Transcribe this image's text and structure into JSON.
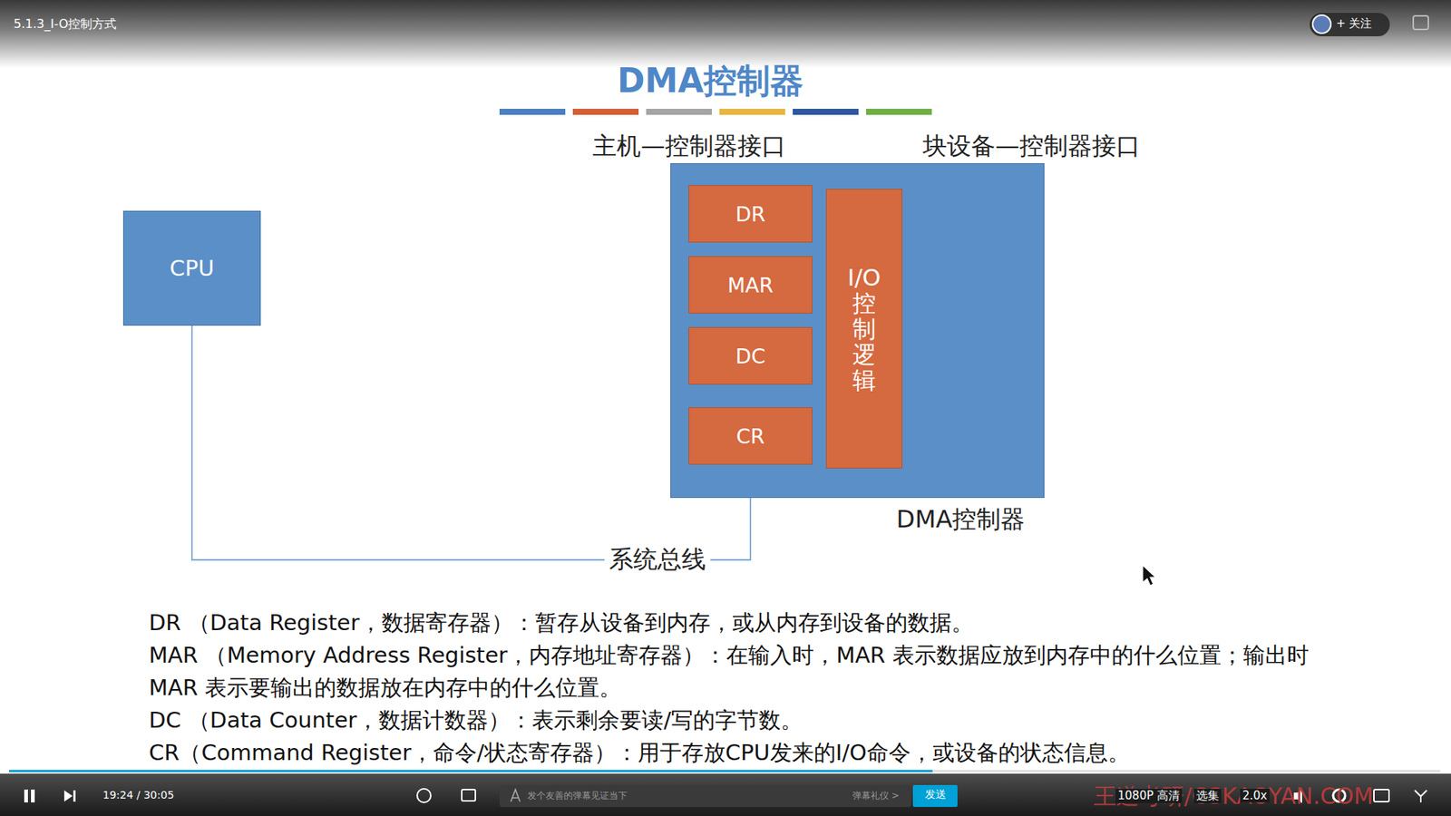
{
  "diagram": {
    "title": "DMA控制器",
    "nodes": [
      {
        "text": [
          "CPU"
        ]
      },
      {
        "text": [
          "DMA控制器"
        ]
      },
      {
        "text": [
          "DR"
        ],
        "in": 1
      },
      {
        "text": [
          "MAR"
        ],
        "in": 1
      },
      {
        "text": [
          "DC"
        ],
        "in": 1
      },
      {
        "text": [
          "CR"
        ],
        "in": 1
      },
      {
        "text": [
          "I/O控制逻辑"
        ],
        "in": 1
      }
    ],
    "edges": [
      {
        "from": 0,
        "to": 1,
        "label": "系统总线",
        "arrow": "none"
      }
    ],
    "labels": [
      "5.1.3_I-O控制方式",
      "+ 关注",
      "主机—控制器接口",
      "块设备—控制器接口",
      "DR （Data Register，数据寄存器）：暂存从设备到内存，或从内存到设备的数据。",
      "MAR （Memory Address Register，内存地址寄存器）：在输入时，MAR 表示数据应放到内存中的什么位置；输出时 MAR 表示要输出的数据放在内存中的什么位置。",
      "DC （Data Counter，数据计数器）：表示剩余要读/写的字节数。",
      "CR（Command Register，命令/状态寄存器）：用于存放CPU发来的I/O命令，或设备的状态信息。",
      "19:24 / 30:05",
      "发个友善的弹幕见证当下",
      "弹幕礼仪 >",
      "发送",
      "王道考研/CSKAOYAN.COM",
      "1080P 高清",
      "选集",
      "2.0x"
    ]
  }
}
